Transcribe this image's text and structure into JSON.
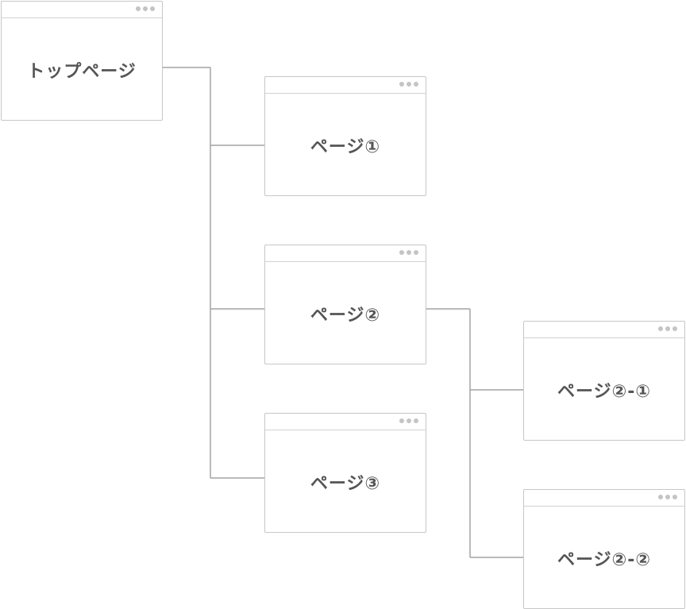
{
  "diagram": {
    "nodes": [
      {
        "id": "top",
        "label": "トップページ"
      },
      {
        "id": "p1",
        "label": "ページ①"
      },
      {
        "id": "p2",
        "label": "ページ②"
      },
      {
        "id": "p3",
        "label": "ページ③"
      },
      {
        "id": "p2_1",
        "label": "ページ②-①"
      },
      {
        "id": "p2_2",
        "label": "ページ②-②"
      }
    ],
    "edges": [
      {
        "from": "top",
        "to": "p1"
      },
      {
        "from": "top",
        "to": "p2"
      },
      {
        "from": "top",
        "to": "p3"
      },
      {
        "from": "p2",
        "to": "p2_1"
      },
      {
        "from": "p2",
        "to": "p2_2"
      }
    ],
    "colors": {
      "border": "#c7c7c7",
      "connector": "#a3a3a3",
      "text": "#555555",
      "dots": "#c4c4c4"
    }
  }
}
